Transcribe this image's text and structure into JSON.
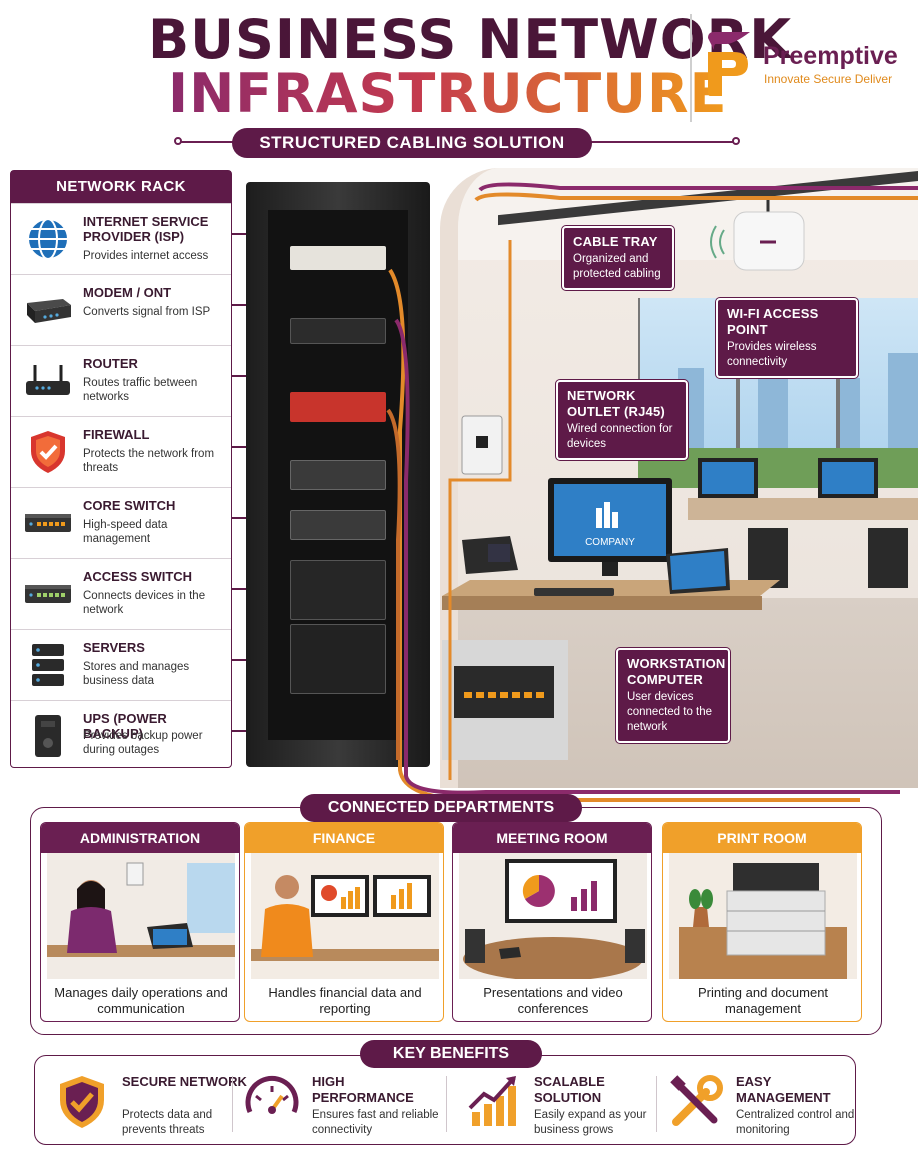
{
  "header": {
    "title_line1": "BUSINESS NETWORK",
    "title_line2": "INFRASTRUCTURE",
    "subtitle": "STRUCTURED CABLING SOLUTION",
    "brand": "Preemptive",
    "tagline": "Innovate Secure Deliver"
  },
  "rack_panel": {
    "title": "NETWORK RACK",
    "items": [
      {
        "title": "INTERNET SERVICE PROVIDER (ISP)",
        "desc": "Provides internet access",
        "icon": "globe-icon"
      },
      {
        "title": "MODEM / ONT",
        "desc": "Converts signal from ISP",
        "icon": "modem-icon"
      },
      {
        "title": "ROUTER",
        "desc": "Routes traffic between networks",
        "icon": "router-icon"
      },
      {
        "title": "FIREWALL",
        "desc": "Protects the network from threats",
        "icon": "shield-icon"
      },
      {
        "title": "CORE SWITCH",
        "desc": "High-speed data management",
        "icon": "switch-icon"
      },
      {
        "title": "ACCESS SWITCH",
        "desc": "Connects devices in the network",
        "icon": "switch-icon"
      },
      {
        "title": "SERVERS",
        "desc": "Stores and manages business data",
        "icon": "server-icon"
      },
      {
        "title": "UPS (POWER BACKUP)",
        "desc": "Provides backup power during outages",
        "icon": "ups-icon"
      }
    ]
  },
  "callouts": {
    "cable_tray": {
      "title": "CABLE TRAY",
      "desc": "Organized and protected cabling"
    },
    "wifi": {
      "title": "WI-FI ACCESS POINT",
      "desc": "Provides wireless connectivity"
    },
    "outlet": {
      "title": "NETWORK OUTLET (RJ45)",
      "desc": "Wired connection for devices"
    },
    "workstation": {
      "title": "WORKSTATION COMPUTER",
      "desc": "User devices connected to the network"
    }
  },
  "monitor_label": "COMPANY",
  "departments": {
    "title": "CONNECTED DEPARTMENTS",
    "items": [
      {
        "name": "ADMINISTRATION",
        "desc": "Manages daily operations and communication"
      },
      {
        "name": "FINANCE",
        "desc": "Handles financial data and reporting"
      },
      {
        "name": "MEETING ROOM",
        "desc": "Presentations and video conferences"
      },
      {
        "name": "PRINT ROOM",
        "desc": "Printing and document management"
      }
    ]
  },
  "benefits": {
    "title": "KEY BENEFITS",
    "items": [
      {
        "title": "SECURE NETWORK",
        "desc": "Protects data and prevents threats",
        "icon": "shield-check-icon"
      },
      {
        "title": "HIGH PERFORMANCE",
        "desc": "Ensures fast and reliable connectivity",
        "icon": "speedometer-icon"
      },
      {
        "title": "SCALABLE SOLUTION",
        "desc": "Easily expand as your business grows",
        "icon": "growth-chart-icon"
      },
      {
        "title": "EASY MANAGEMENT",
        "desc": "Centralized control and monitoring",
        "icon": "tools-icon"
      }
    ]
  },
  "colors": {
    "primary": "#5e1a48",
    "accent": "#f09a1c",
    "dept_dark": "#6a1f52",
    "dept_orange": "#f0a02a"
  }
}
